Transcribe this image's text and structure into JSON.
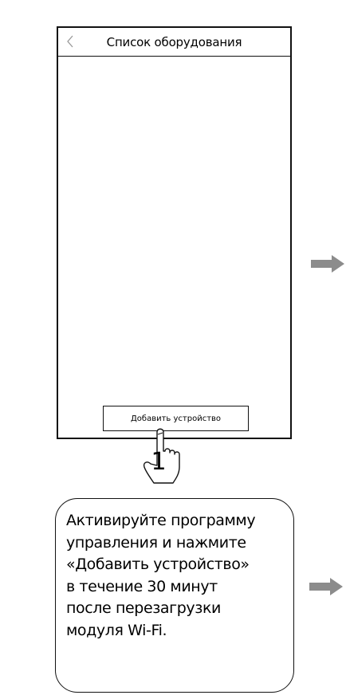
{
  "screen": {
    "title": "Список оборудования",
    "back_icon": "chevron-left-icon",
    "add_device_label": "Добавить устройство"
  },
  "step": {
    "number": "1",
    "pointer_icon": "hand-pointer-icon"
  },
  "instruction": {
    "text": "Активируйте программу\nуправления и нажмите\n«Добавить устройство»\nв течение 30 минут\nпосле перезагрузки\nмодуля Wi-Fi."
  },
  "arrows": {
    "icon": "arrow-right-icon",
    "color": "#8c8c8c"
  }
}
